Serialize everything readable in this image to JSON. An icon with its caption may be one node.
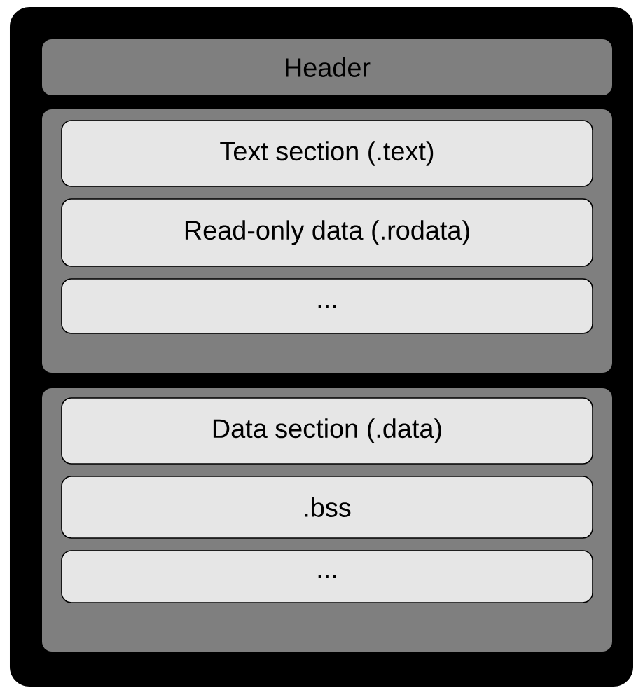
{
  "diagram": {
    "nodes": [
      {
        "text": [],
        "shape": "box"
      },
      {
        "text": [
          "Header"
        ],
        "in": 0
      },
      {
        "text": [],
        "shape": "box",
        "in": 0
      },
      {
        "text": [
          "Text section (.text)"
        ],
        "in": 2
      },
      {
        "text": [
          "Read-only data (.rodata)"
        ],
        "in": 2
      },
      {
        "text": [
          "..."
        ],
        "in": 2
      },
      {
        "text": [],
        "shape": "box",
        "in": 0
      },
      {
        "text": [
          "Data section (.data)"
        ],
        "in": 6
      },
      {
        "text": [
          ".bss"
        ],
        "in": 6
      },
      {
        "text": [
          "..."
        ],
        "in": 6
      }
    ]
  }
}
